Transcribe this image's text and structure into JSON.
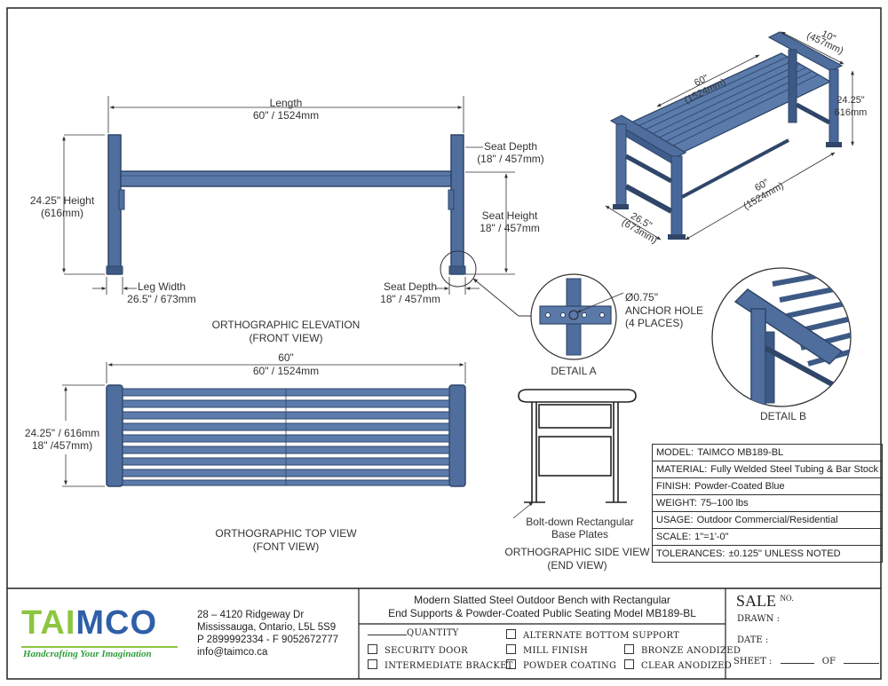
{
  "front_view": {
    "length_label": "Length",
    "length_value": "60\" / 1524mm",
    "height_label": "24.25\" Height",
    "height_value": "(616mm)",
    "seat_depth_label": "Seat Depth",
    "seat_depth_value": "(18\" / 457mm)",
    "seat_height_label": "Seat Height",
    "seat_height_value": "18\" / 457mm",
    "leg_width_label": "Leg Width",
    "leg_width_value": "26.5\" / 673mm",
    "seat_depth2_label": "Seat Depth",
    "seat_depth2_value": "18\" / 457mm",
    "title": "ORTHOGRAPHIC ELEVATION",
    "subtitle": "(FRONT VIEW)"
  },
  "iso_view": {
    "dim_width_top": "10\"",
    "dim_width_top_mm": "(457mm)",
    "dim_length_top": "60\"",
    "dim_length_top_mm": "(1524mm)",
    "dim_height": "24.25\"",
    "dim_height_mm": "616mm",
    "dim_length_bottom": "60\"",
    "dim_length_bottom_mm": "(1524mm)",
    "dim_depth": "26.5\"",
    "dim_depth_mm": "(673mm)"
  },
  "detail_a": {
    "hole_label": "Ø0.75\"",
    "anchor_label": "ANCHOR HOLE",
    "places_label": "(4 PLACES)",
    "title": "DETAIL A"
  },
  "detail_b": {
    "title": "DETAIL B"
  },
  "top_view": {
    "dim_a": "60\"",
    "dim_b": "60\" / 1524mm",
    "dim_c": "24.25\" / 616mm",
    "dim_d": "18\" /457mm)",
    "title": "ORTHOGRAPHIC TOP VIEW",
    "subtitle": "(FONT VIEW)"
  },
  "side_view": {
    "callout_1": "Bolt-down Rectangular",
    "callout_2": "Base Plates",
    "title": "ORTHOGRAPHIC SIDE VIEW",
    "subtitle": "(END VIEW)"
  },
  "specs": [
    {
      "key": "MODEL:",
      "value": "TAIMCO MB189-BL"
    },
    {
      "key": "MATERIAL:",
      "value": "Fully Welded Steel Tubing & Bar Stock"
    },
    {
      "key": "FINISH:",
      "value": "Powder-Coated Blue"
    },
    {
      "key": "WEIGHT:",
      "value": "75–100 lbs"
    },
    {
      "key": "USAGE:",
      "value": "Outdoor Commercial/Residential"
    },
    {
      "key": "SCALE:",
      "value": "1\"=1'-0\""
    },
    {
      "key": "TOLERANCES:",
      "value": "±0.125\" UNLESS NOTED"
    }
  ],
  "company": {
    "logo_text": "TAIMCO",
    "tagline": "Handcrafting Your Imagination",
    "address_1": "28 – 4120 Ridgeway Dr",
    "address_2": "Mississauga, Ontario, L5L 5S9",
    "phone": "P 2899992334 - F 9052672777",
    "email": "info@taimco.ca"
  },
  "title_block": {
    "title_1": "Modern Slatted Steel Outdoor Bench with Rectangular",
    "title_2": "End Supports & Powder-Coated Public Seating  Model MB189-BL",
    "quantity": "QUANTITY",
    "options": [
      "SECURITY DOOR",
      "INTERMEDIATE BRACKET",
      "ALTERNATE BOTTOM SUPPORT",
      "MILL FINISH",
      "POWDER COATING",
      "BRONZE ANODIZED",
      "CLEAR ANODIZED"
    ],
    "sale_no": "SALE",
    "no_label": "NO.",
    "drawn": "DRAWN :",
    "date": "DATE :",
    "sheet": "SHEET :",
    "of": "OF"
  },
  "colors": {
    "steel": "#4f6e9e",
    "steel_dark": "#2f4668",
    "logo_green": "#8cc63f",
    "logo_blue": "#2e5fa8"
  }
}
